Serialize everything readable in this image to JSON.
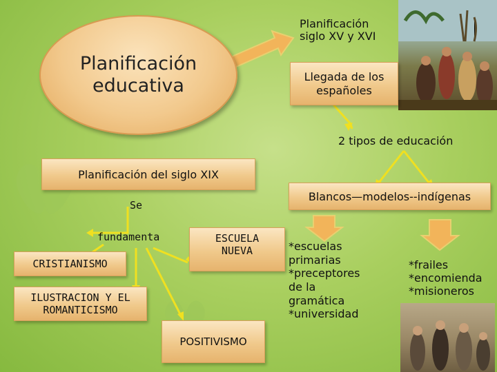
{
  "oval": {
    "line1": "Planificación",
    "line2": "educativa"
  },
  "box_xv_xvi": {
    "line1": "Planificación",
    "line2": "siglo XV y XVI"
  },
  "box_llegada": {
    "line1": "Llegada de los",
    "line2": "españoles"
  },
  "label_dos_tipos": "2 tipos de educación",
  "box_siglo_xix": "Planificación del siglo XIX",
  "box_modelos": "Blancos—modelos--indígenas",
  "label_se": "Se",
  "label_fundamenta": "fundamenta",
  "box_escuela": {
    "line1": "ESCUELA",
    "line2": "NUEVA"
  },
  "box_cristianismo": "CRISTIANISMO",
  "box_ilustracion": {
    "line1": "ILUSTRACION Y EL",
    "line2": "ROMANTICISMO"
  },
  "box_positivismo": "POSITIVISMO",
  "list_left": [
    "*escuelas",
    "primarias",
    "*preceptores",
    "de la",
    "gramática",
    "*universidad"
  ],
  "list_right": [
    "*frailes",
    "*encomienda",
    "*misioneros"
  ],
  "colors": {
    "arrow_fill": "#f2b45a",
    "arrow_stroke": "#e0c050",
    "connector": "#f0e020"
  }
}
